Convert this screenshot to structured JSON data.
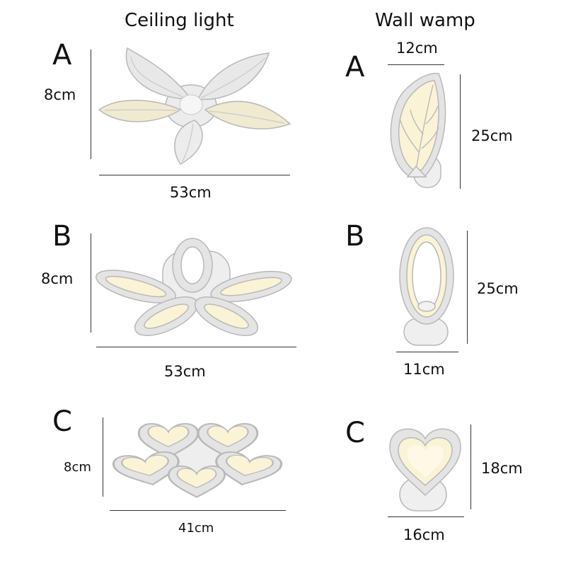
{
  "headers": {
    "ceiling": "Ceiling light",
    "wall": "Wall wamp"
  },
  "ceiling": [
    {
      "letter": "A",
      "height": "8cm",
      "width": "53cm"
    },
    {
      "letter": "B",
      "height": "8cm",
      "width": "53cm"
    },
    {
      "letter": "C",
      "height": "8cm",
      "width": "41cm"
    }
  ],
  "wall": [
    {
      "letter": "A",
      "width": "12cm",
      "height": "25cm"
    },
    {
      "letter": "B",
      "width": "11cm",
      "height": "25cm"
    },
    {
      "letter": "C",
      "width": "16cm",
      "height": "18cm"
    }
  ],
  "colors": {
    "frame": "#e4e4e4",
    "edge": "#b8b8b8",
    "glow": "#fbf3d6",
    "line": "#333333"
  }
}
